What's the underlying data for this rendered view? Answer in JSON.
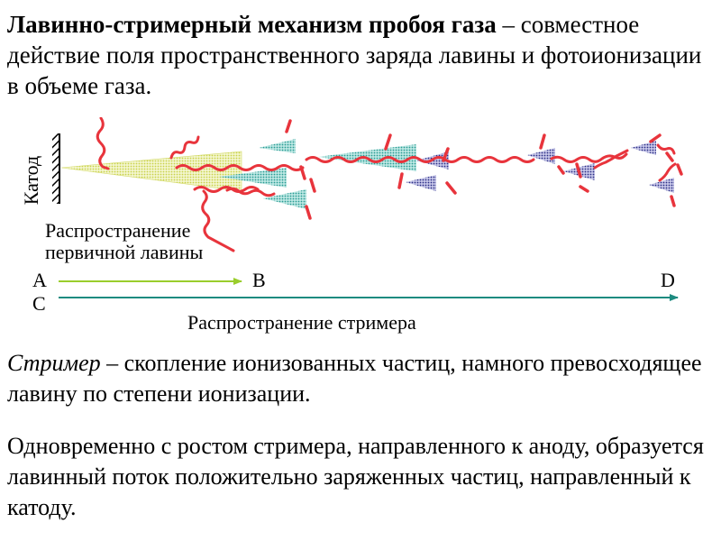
{
  "heading": {
    "bold": "Лавинно-стримерный механизм пробоя газа",
    "rest": " – совместное действие поля пространственного заряда лавины и фотоионизации в объеме газа."
  },
  "diagram": {
    "cathode_label": "Катод",
    "primary_avalanche_label": "Распространение первичной лавины",
    "streamer_label": "Распространение стримера",
    "point_a": "A",
    "point_b": "B",
    "point_c": "C",
    "point_d": "D",
    "colors": {
      "photon": "#e8343c",
      "primary_avalanche": "#d9e07a",
      "secondary_avalanche": "#3bb0a8",
      "streamer_head": "#2b2f86",
      "arrow_ab": "#9acd2c",
      "arrow_cd": "#1d8b80"
    }
  },
  "paragraph1": {
    "italic": "Стример",
    "rest": " – скопление ионизованных частиц, намного превосходящее лавину по степени ионизации."
  },
  "paragraph2": {
    "text": "Одновременно с ростом стримера, направленного к аноду, образуется лавинный поток положительно заряженных частиц, направленный к катоду."
  }
}
